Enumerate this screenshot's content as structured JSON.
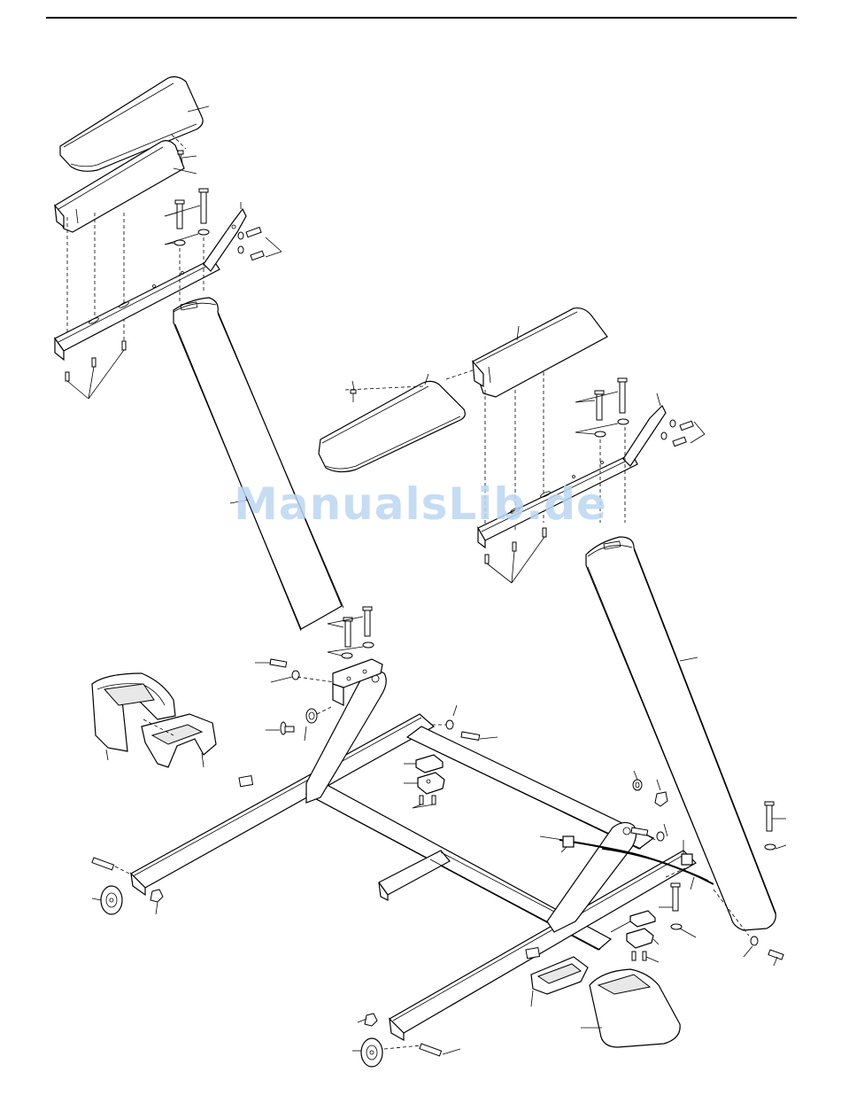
{
  "header": {
    "rule": true
  },
  "watermark": {
    "text": "ManualsLib.de",
    "color": "#bcd6f2"
  },
  "diagram": {
    "type": "exploded-parts-view",
    "line_color": "#000000",
    "part_groups": [
      "left-upright",
      "right-upright",
      "left-handrail",
      "right-handrail",
      "base-frame",
      "crossbar",
      "left-base-cover",
      "right-base-cover",
      "front-wheels",
      "wire-harness",
      "hardware"
    ]
  }
}
